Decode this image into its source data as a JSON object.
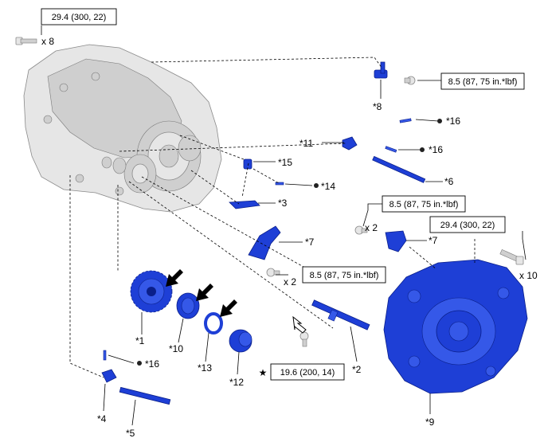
{
  "diagram": {
    "torque_specs": {
      "top_left": "29.4 (300, 22)",
      "sensor_bracket": "8.5 (87, 75 in.*lbf)",
      "right_bracket": "8.5 (87, 75 in.*lbf)",
      "right_case": "29.4 (300, 22)",
      "center_bolt": "8.5 (87, 75 in.*lbf)",
      "plug_bolt": "19.6 (200, 14)"
    },
    "quantities": {
      "top_left": "x 8",
      "right_bracket": "x 2",
      "right_case": "x 10",
      "center_bolt": "x 2"
    },
    "star_symbol": "★",
    "part_labels": {
      "p1": "*1",
      "p2": "*2",
      "p3": "*3",
      "p4": "*4",
      "p5": "*5",
      "p6": "*6",
      "p7a": "*7",
      "p7b": "*7",
      "p8": "*8",
      "p9": "*9",
      "p10": "*10",
      "p11": "*11",
      "p12": "*12",
      "p13": "*13",
      "p14": "*14",
      "p15": "*15",
      "p16a": "*16",
      "p16b": "*16",
      "p16c": "*16"
    }
  }
}
